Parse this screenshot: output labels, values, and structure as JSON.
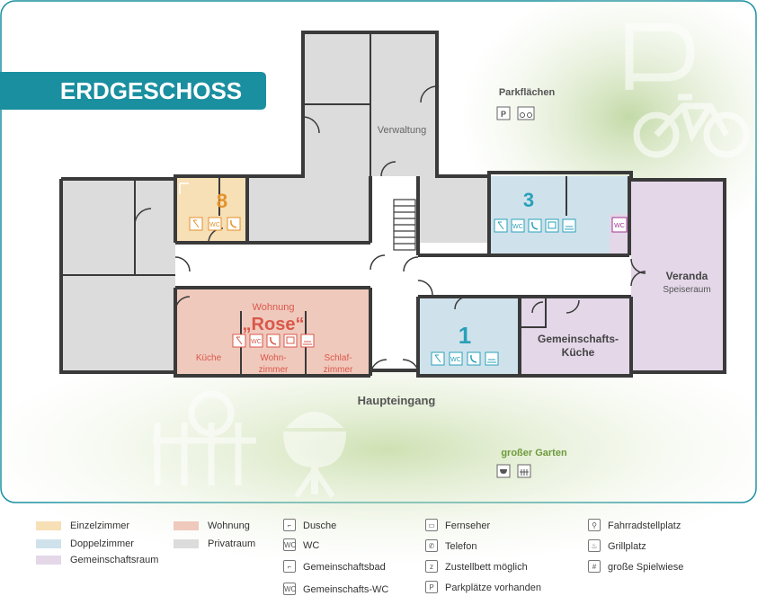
{
  "banner": {
    "title": "ERDGESCHOSS"
  },
  "colors": {
    "teal": "#1a8fa0",
    "einzel": "#f7dfb6",
    "doppel": "#cfe2ec",
    "gemeinschaft": "#e3d7e8",
    "wohnung": "#f0c9bd",
    "privat": "#dcdcdc",
    "wall": "#3a3a3a",
    "orange": "#e3922a",
    "red": "#d9584a",
    "blue": "#2aa0b8",
    "purple": "#a0338e",
    "green": "#6f9a3c"
  },
  "plan": {
    "verwaltung": "Verwaltung",
    "room8": "8",
    "room3": "3",
    "room1": "1",
    "wohnung_title": "Wohnung",
    "wohnung_name": "„Rose“",
    "kueche": "Küche",
    "wohnzimmer_1": "Wohn-",
    "wohnzimmer_2": "zimmer",
    "schlafzimmer_1": "Schlaf-",
    "schlafzimmer_2": "zimmer",
    "gemeinschaftskueche_1": "Gemeinschafts-",
    "gemeinschaftskueche_2": "Küche",
    "veranda": "Veranda",
    "speiseraum": "Speiseraum",
    "haupteingang": "Haupteingang",
    "parkflaechen": "Parkflächen",
    "garten": "großer Garten",
    "wc": "WC",
    "parking_symbol": "P"
  },
  "legend": {
    "colors": [
      {
        "label": "Einzelzimmer",
        "color": "#f7dfb6"
      },
      {
        "label": "Doppelzimmer",
        "color": "#cfe2ec"
      },
      {
        "label": "Gemeinschaftsraum",
        "color": "#e3d7e8"
      },
      {
        "label": "Wohnung",
        "color": "#f0c9bd"
      },
      {
        "label": "Privatraum",
        "color": "#dcdcdc"
      }
    ],
    "icons_col1": [
      {
        "label": "Dusche",
        "icon": "shower-icon"
      },
      {
        "label": "WC",
        "icon": "wc-icon"
      },
      {
        "label": "Gemeinschaftsbad",
        "icon": "shared-bath-icon"
      },
      {
        "label": "Gemeinschafts-WC",
        "icon": "shared-wc-icon"
      }
    ],
    "icons_col2": [
      {
        "label": "Fernseher",
        "icon": "tv-icon"
      },
      {
        "label": "Telefon",
        "icon": "phone-icon"
      },
      {
        "label": "Zustellbett möglich",
        "icon": "extra-bed-icon"
      },
      {
        "label": "Parkplätze vorhanden",
        "icon": "parking-icon"
      }
    ],
    "icons_col3": [
      {
        "label": "Fahrradstellplatz",
        "icon": "bicycle-icon"
      },
      {
        "label": "Grillplatz",
        "icon": "grill-icon"
      },
      {
        "label": "große Spielwiese",
        "icon": "playground-icon"
      }
    ]
  }
}
